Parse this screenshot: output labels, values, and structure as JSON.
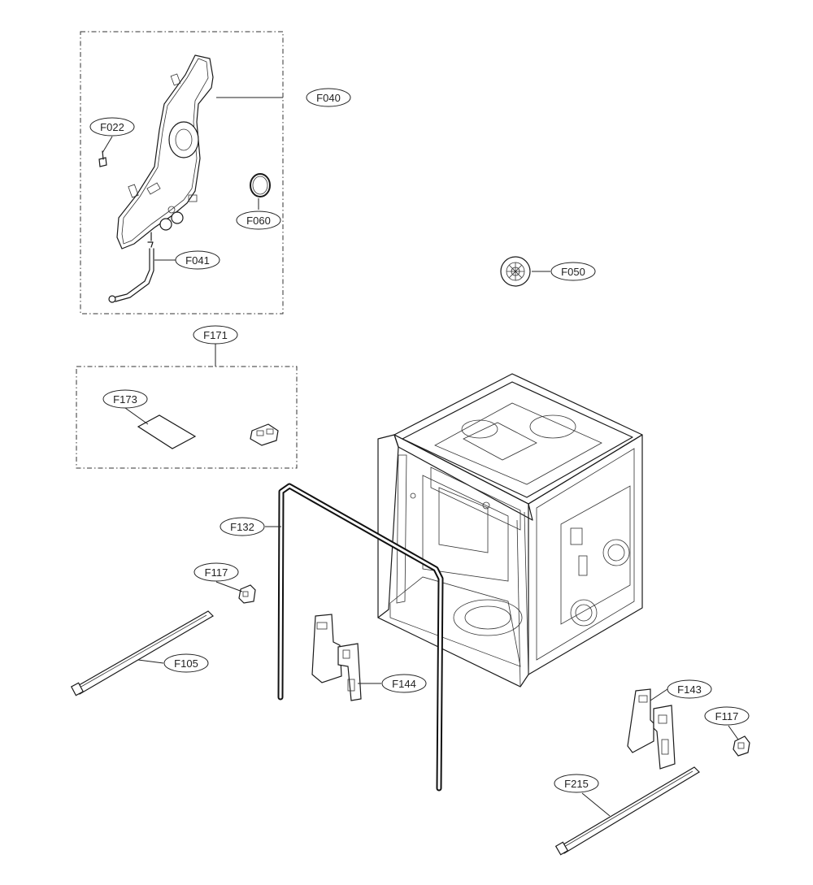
{
  "labels": {
    "f022": "F022",
    "f040": "F040",
    "f060": "F060",
    "f041": "F041",
    "f050": "F050",
    "f171": "F171",
    "f173": "F173",
    "f132": "F132",
    "f117_left": "F117",
    "f105": "F105",
    "f144": "F144",
    "f143": "F143",
    "f117_right": "F117",
    "f215": "F215"
  }
}
